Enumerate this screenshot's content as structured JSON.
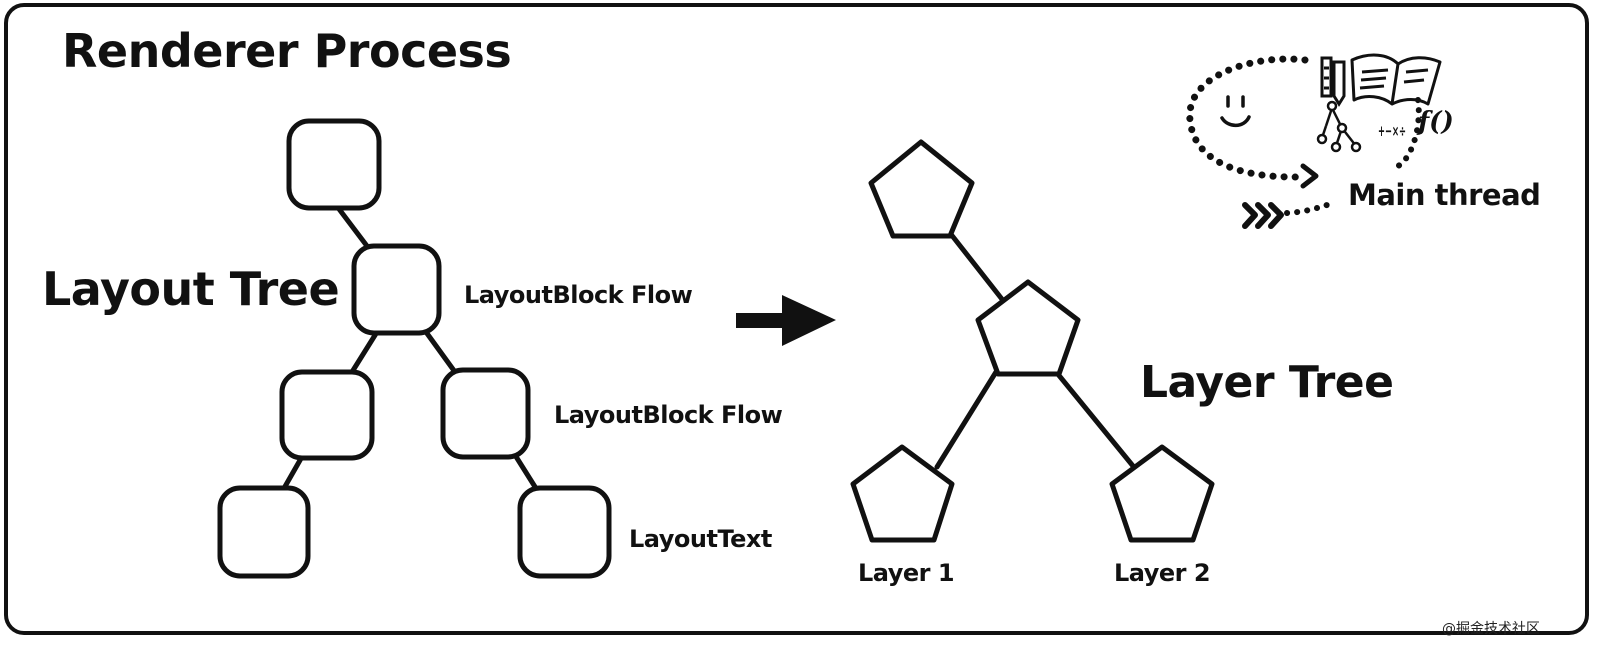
{
  "title": "Renderer Process",
  "layout_tree": {
    "title": "Layout Tree",
    "labels": [
      "LayoutBlock Flow",
      "LayoutBlock Flow",
      "LayoutText"
    ]
  },
  "layer_tree": {
    "title": "Layer Tree",
    "layers": [
      "Layer 1",
      "Layer 2"
    ]
  },
  "main_thread": {
    "label": "Main thread",
    "icons": [
      "smiley-icon",
      "pencil-ruler-icon",
      "open-book-icon",
      "tree-diagram-icon",
      "math-operators-icon",
      "function-icon",
      "chevrons-right-icon"
    ],
    "math_symbols": "+−×÷",
    "function_text": "f()"
  },
  "watermark": "@掘金技术社区"
}
